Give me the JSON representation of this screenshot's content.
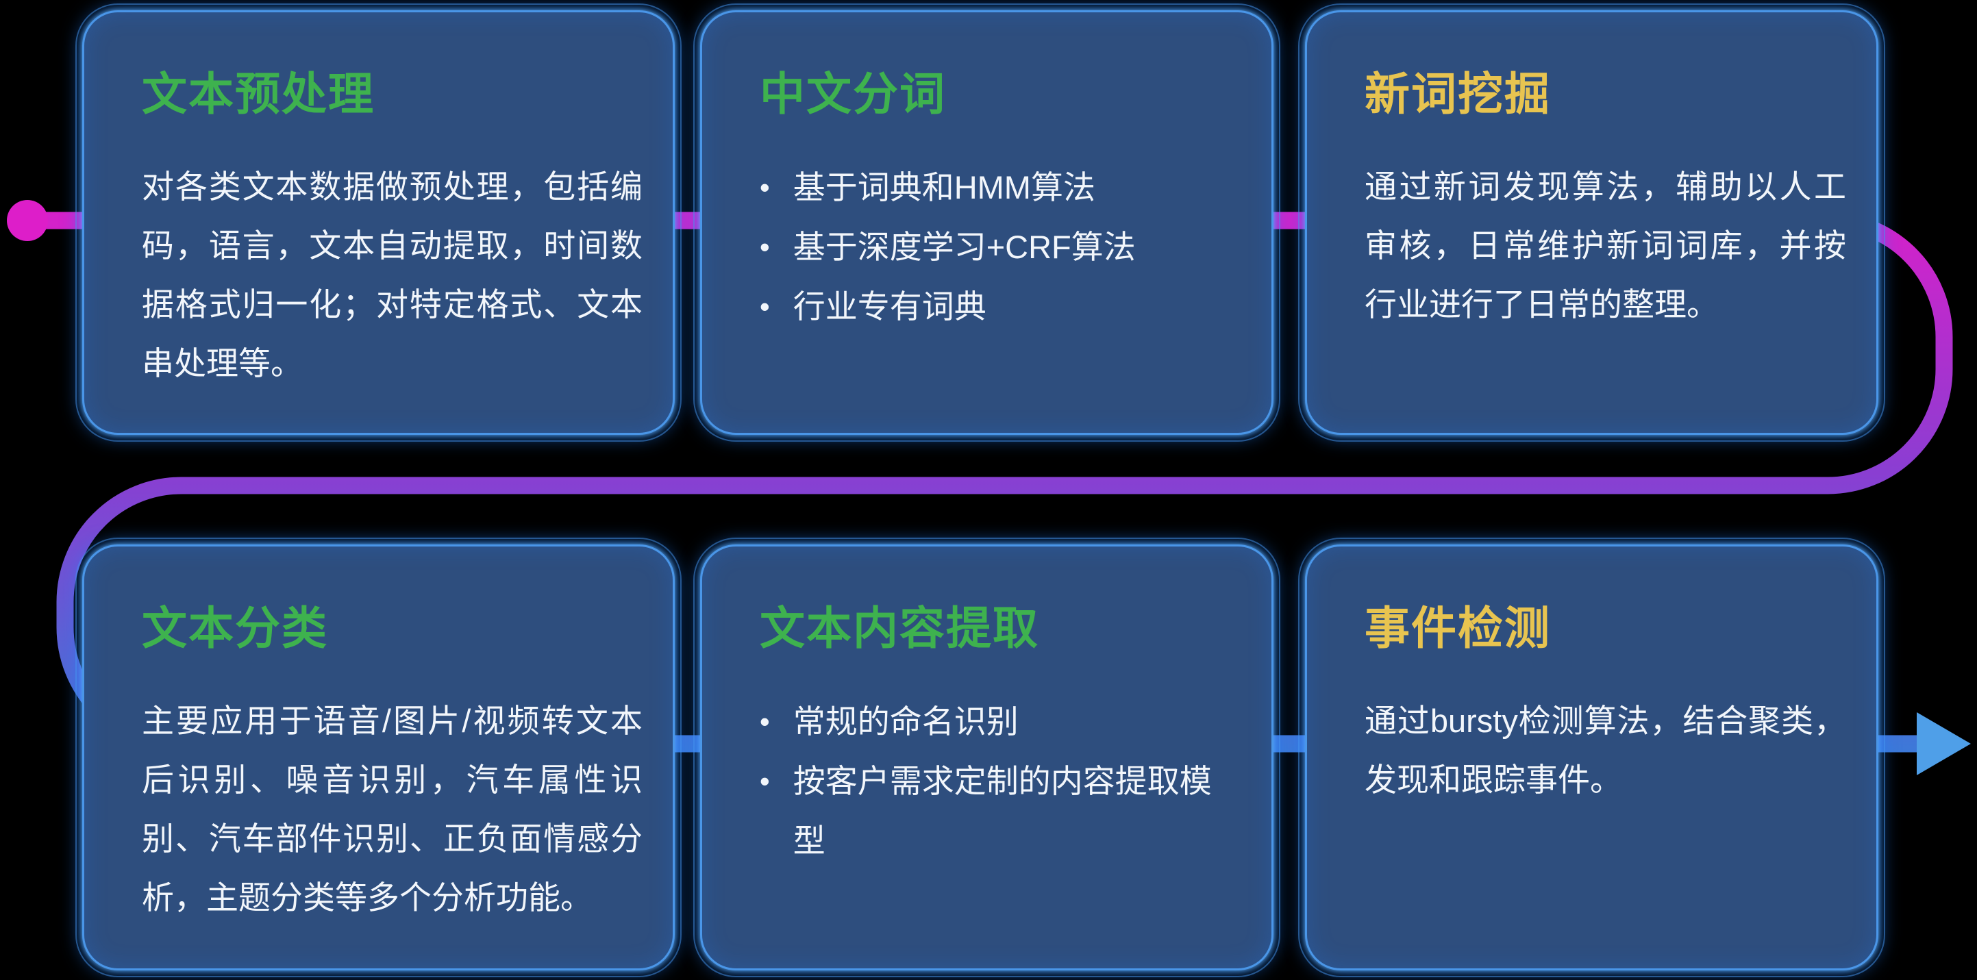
{
  "theme": {
    "background": "#000000",
    "card_bg": "#2e4e7e",
    "card_border": "#4a96e8",
    "body_text": "#f2f6fb",
    "title_green": "#3eb24e",
    "title_yellow": "#e8c450"
  },
  "connector": {
    "dot_color": "#dd1ec9",
    "arrow_color": "#4f9fe8",
    "gradient": {
      "top": "#dd1ec9",
      "middle": "#8a3ed2",
      "bottom": "#3c79d8"
    }
  },
  "cards": [
    {
      "title": "文本预处理",
      "title_color": "#3eb24e",
      "body": "对各类文本数据做预处理，包括编码，语言，文本自动提取，时间数据格式归一化；对特定格式、文本串处理等。"
    },
    {
      "title": "中文分词",
      "title_color": "#3eb24e",
      "bullets": [
        "基于词典和HMM算法",
        "基于深度学习+CRF算法",
        "行业专有词典"
      ]
    },
    {
      "title": "新词挖掘",
      "title_color": "#e8c450",
      "body": "通过新词发现算法，辅助以人工审核，日常维护新词词库，并按行业进行了日常的整理。"
    },
    {
      "title": "文本分类",
      "title_color": "#3eb24e",
      "body": "主要应用于语音/图片/视频转文本后识别、噪音识别，汽车属性识别、汽车部件识别、正负面情感分析，主题分类等多个分析功能。"
    },
    {
      "title": "文本内容提取",
      "title_color": "#3eb24e",
      "bullets": [
        "常规的命名识别",
        "按客户需求定制的内容提取模型"
      ]
    },
    {
      "title": "事件检测",
      "title_color": "#e8c450",
      "body": "通过bursty检测算法，结合聚类，发现和跟踪事件。"
    }
  ]
}
